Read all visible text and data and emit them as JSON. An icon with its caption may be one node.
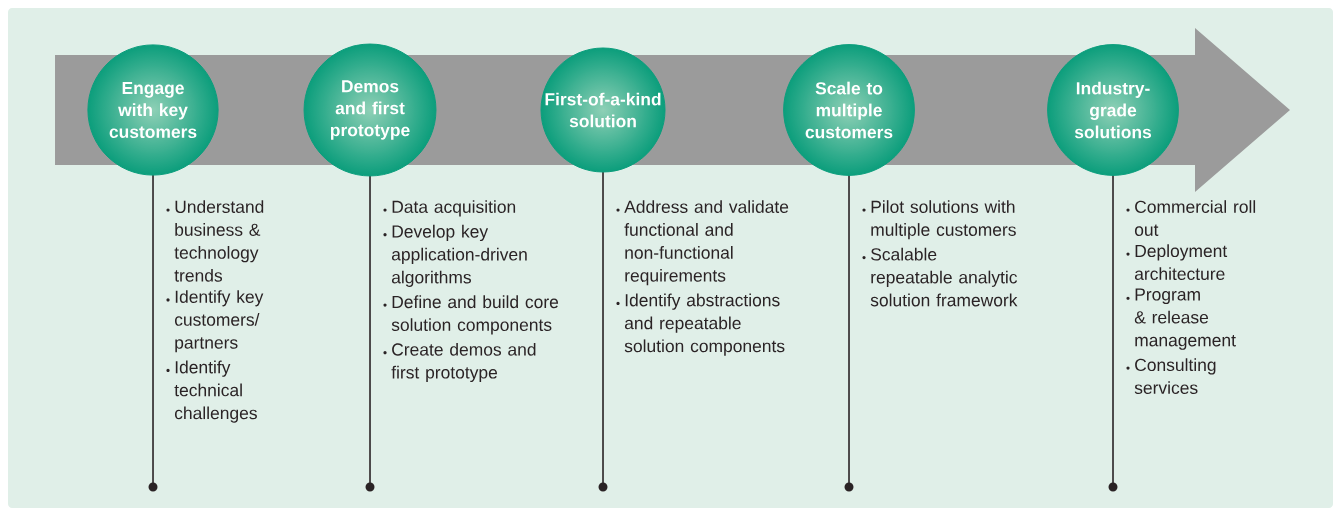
{
  "diagram": {
    "nodes": [
      {
        "text": [
          "Engage with key customers"
        ],
        "beside": [
          "Understand business & technology trends",
          "Identify key customers/ partners",
          "Identify technical challenges"
        ]
      },
      {
        "text": [
          "Demos and first prototype"
        ],
        "beside": [
          "Data acquisition",
          "Develop key application-driven algorithms",
          "Define and build core solution components",
          "Create demos and first prototype"
        ]
      },
      {
        "text": [
          "First-of-a-kind solution"
        ],
        "beside": [
          "Address and validate functional and non-functional requirements",
          "Identify abstractions and repeatable solution components"
        ]
      },
      {
        "text": [
          "Scale to multiple customers"
        ],
        "beside": [
          "Pilot solutions with multiple customers",
          "Scalable repeatable analytic solution framework"
        ]
      },
      {
        "text": [
          "Industry-grade solutions"
        ],
        "beside": [
          "Commercial roll out",
          "Deployment architecture",
          "Program & release management",
          "Consulting services"
        ]
      }
    ]
  }
}
